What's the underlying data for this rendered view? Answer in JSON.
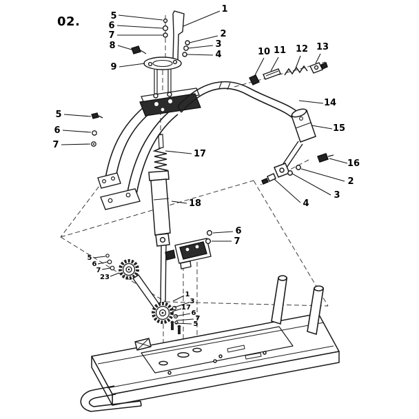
{
  "figure": {
    "number": "02."
  },
  "colors": {
    "ink": "#1a1a1a",
    "background": "#ffffff",
    "dark_fill": "#2b2b2b"
  },
  "callouts": {
    "top_left": {
      "n5": "5",
      "n6": "6",
      "n7": "7",
      "n8": "8",
      "n9": "9"
    },
    "top_right": {
      "n1": "1",
      "n2": "2",
      "n3": "3",
      "n4": "4"
    },
    "upper_right_row": {
      "n10": "10",
      "n11": "11",
      "n12": "12",
      "n13": "13"
    },
    "right_side": {
      "n14": "14",
      "n15": "15",
      "n16": "16",
      "n2": "2",
      "n3": "3",
      "n4": "4"
    },
    "left_side": {
      "n5": "5",
      "n6": "6",
      "n7": "7"
    },
    "center": {
      "n17": "17",
      "n18": "18"
    },
    "center_right": {
      "n6": "6",
      "n7": "7"
    },
    "lower_left_cluster": {
      "n5": "5",
      "n6": "6",
      "n7": "7",
      "n23": "23"
    },
    "lower_center_cluster": {
      "n1": "1",
      "n3": "3",
      "n17": "17",
      "n6": "6",
      "n7": "7",
      "n5": "5"
    }
  }
}
